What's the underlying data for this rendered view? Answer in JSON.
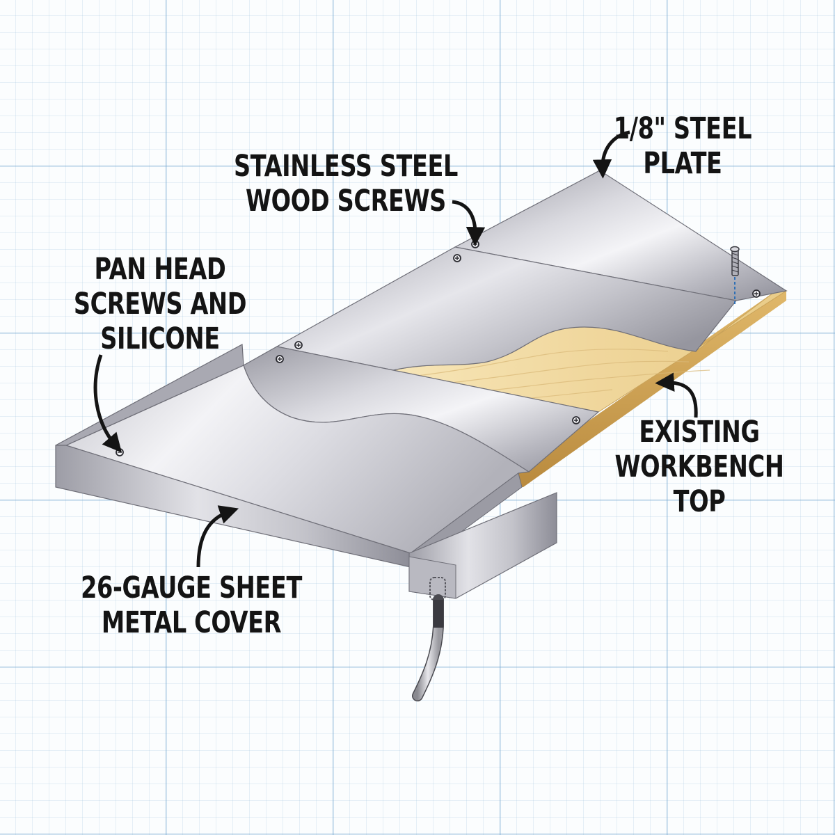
{
  "labels": {
    "steel_plate": {
      "line1": "1/8\" STEEL",
      "line2": "PLATE"
    },
    "wood_screws": {
      "line1": "STAINLESS STEEL",
      "line2": "WOOD SCREWS"
    },
    "pan_head": {
      "line1": "PAN HEAD",
      "line2": "SCREWS AND",
      "line3": "SILICONE"
    },
    "workbench": {
      "line1": "EXISTING",
      "line2": "WORKBENCH",
      "line3": "TOP"
    },
    "sheet_metal": {
      "line1": "26-GAUGE SHEET",
      "line2": "METAL COVER"
    }
  },
  "colors": {
    "grid": "#78aad2",
    "steel_light": "#eeeef2",
    "steel_mid": "#b4b4bc",
    "steel_dark": "#7c7c86",
    "wood": "#f3dda6",
    "wood_edge": "#c99a4a",
    "text": "#141414"
  }
}
